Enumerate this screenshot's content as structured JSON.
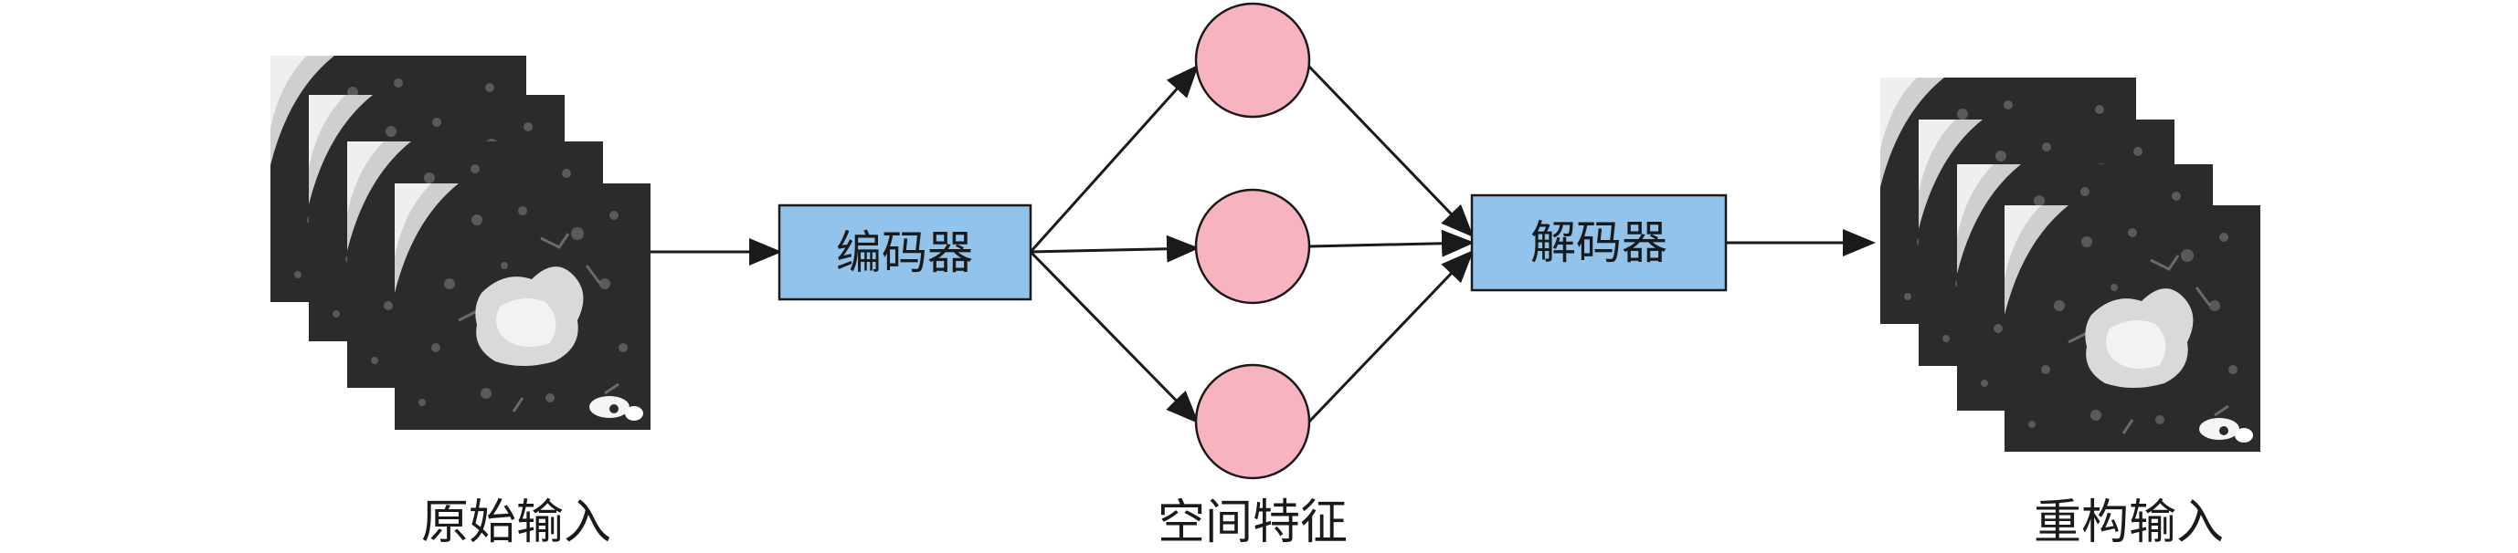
{
  "labels": {
    "input": "原始输入",
    "latent": "空间特征",
    "output": "重构输入"
  },
  "nodes": {
    "encoder": "编码器",
    "decoder": "解码器"
  },
  "colors": {
    "box_fill": "#92c3ea",
    "circle_fill": "#f7b3c0",
    "line": "#1a1a1a"
  }
}
